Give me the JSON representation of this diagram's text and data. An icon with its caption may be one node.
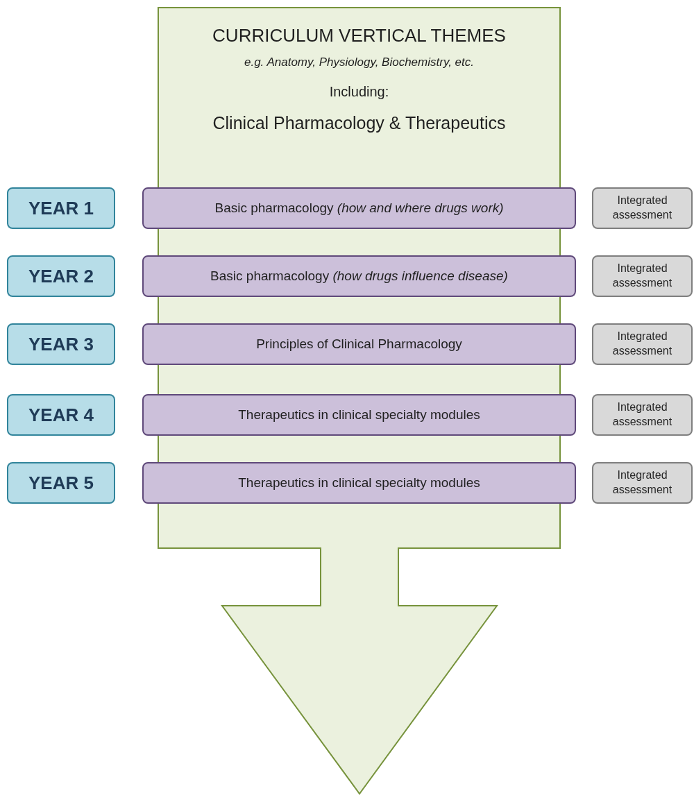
{
  "diagram": {
    "nodes": [
      {
        "text": [
          "CURRICULUM VERTICAL THEMES",
          "e.g. Anatomy, Physiology, Biochemistry, etc.",
          "Including:",
          "Clinical Pharmacology & Therapeutics"
        ]
      },
      {
        "text": [
          "YEAR 1"
        ]
      },
      {
        "text": [
          "Basic pharmacology *(how and where drugs work)*"
        ]
      },
      {
        "text": [
          "Integrated assessment"
        ]
      },
      {
        "text": [
          "YEAR 2"
        ]
      },
      {
        "text": [
          "Basic pharmacology *(how drugs influence disease)*"
        ]
      },
      {
        "text": [
          "Integrated assessment"
        ]
      },
      {
        "text": [
          "YEAR 3"
        ]
      },
      {
        "text": [
          "Principles of Clinical Pharmacology"
        ]
      },
      {
        "text": [
          "Integrated assessment"
        ]
      },
      {
        "text": [
          "YEAR 4"
        ]
      },
      {
        "text": [
          "Therapeutics in clinical specialty modules"
        ]
      },
      {
        "text": [
          "Integrated assessment"
        ]
      },
      {
        "text": [
          "YEAR 5"
        ]
      },
      {
        "text": [
          "Therapeutics in clinical specialty modules"
        ]
      },
      {
        "text": [
          "Integrated assessment"
        ]
      }
    ]
  }
}
